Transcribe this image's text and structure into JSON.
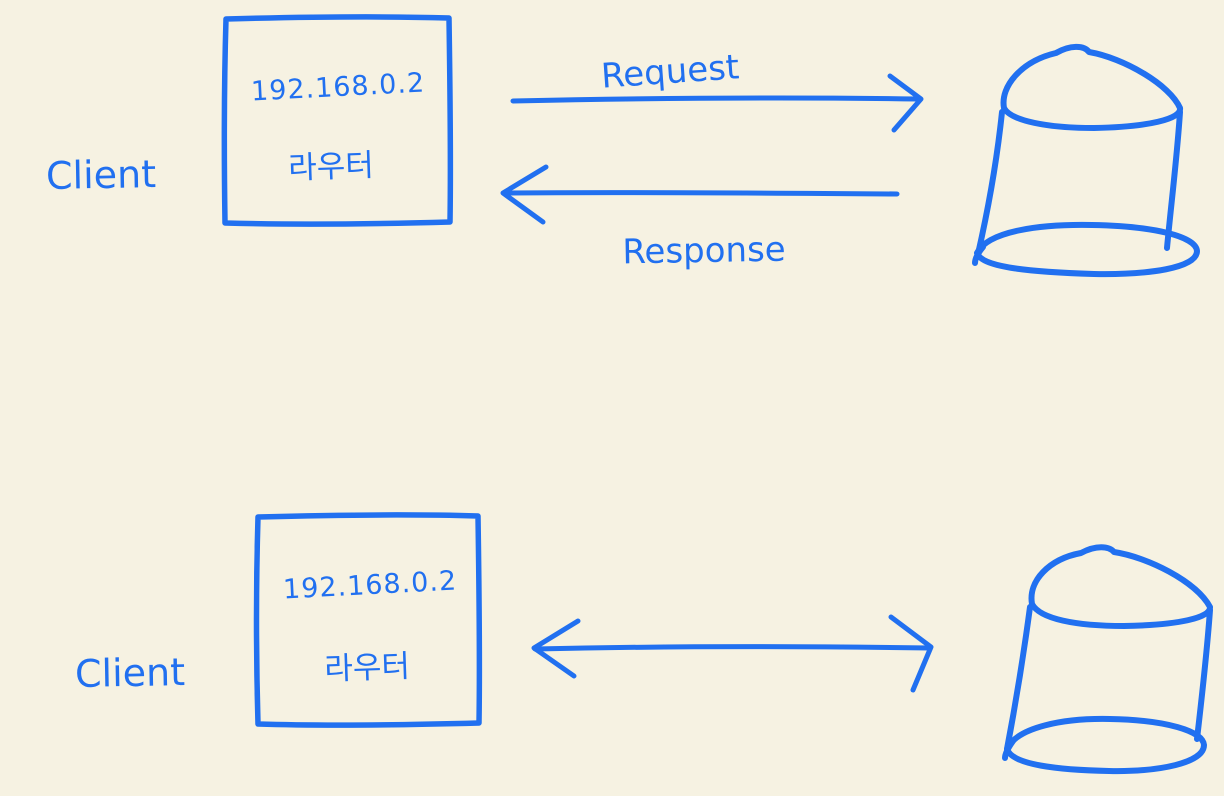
{
  "colors": {
    "ink": "#2170f0",
    "background": "#f6f2e2"
  },
  "diagram": {
    "top_flow": {
      "client_label": "Client",
      "router_box": {
        "ip": "192.168.0.2",
        "name": "라우터"
      },
      "request_arrow_label": "Request",
      "response_arrow_label": "Response",
      "server_icon": "database-cylinder-icon"
    },
    "bottom_flow": {
      "client_label": "Client",
      "router_box": {
        "ip": "192.168.0.2",
        "name": "라우터"
      },
      "arrow_type": "bidirectional",
      "server_icon": "database-cylinder-icon"
    }
  }
}
